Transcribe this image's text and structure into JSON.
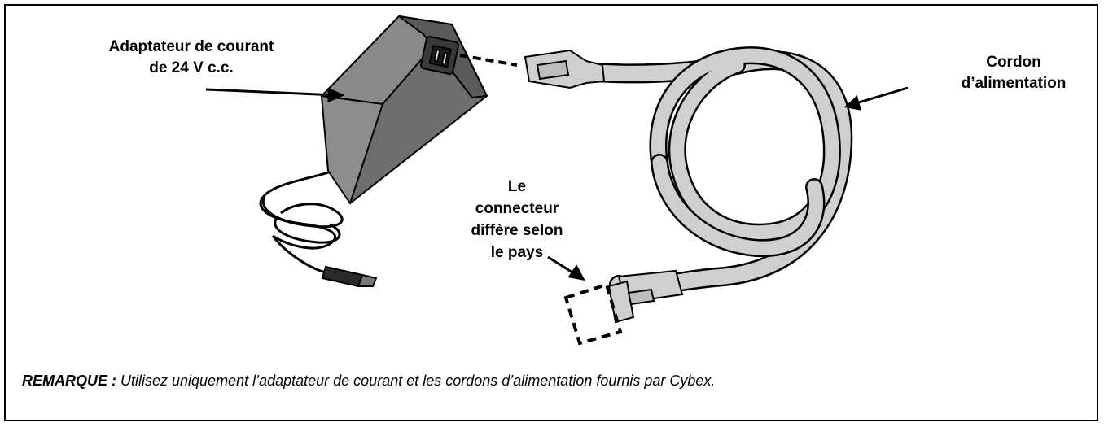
{
  "labels": {
    "adapter_line1": "Adaptateur de courant",
    "adapter_line2": "de 24 V c.c.",
    "cord_line1": "Cordon",
    "cord_line2": "d’alimentation",
    "connector_line1": "Le",
    "connector_line2": "connecteur",
    "connector_line3": "diffère selon",
    "connector_line4": "le pays"
  },
  "note": {
    "prefix": "REMARQUE :",
    "text": " Utilisez uniquement l’adaptateur de courant et les cordons d’alimentation fournis par Cybex."
  },
  "colors": {
    "adapter_top": "#8a8a8a",
    "adapter_front": "#6e6e6e",
    "adapter_side": "#a0a0a0",
    "cord_fill": "#cfcfcf",
    "outline": "#000000"
  },
  "icons": [
    "power-adapter-icon",
    "power-cord-icon",
    "country-connector-icon"
  ]
}
